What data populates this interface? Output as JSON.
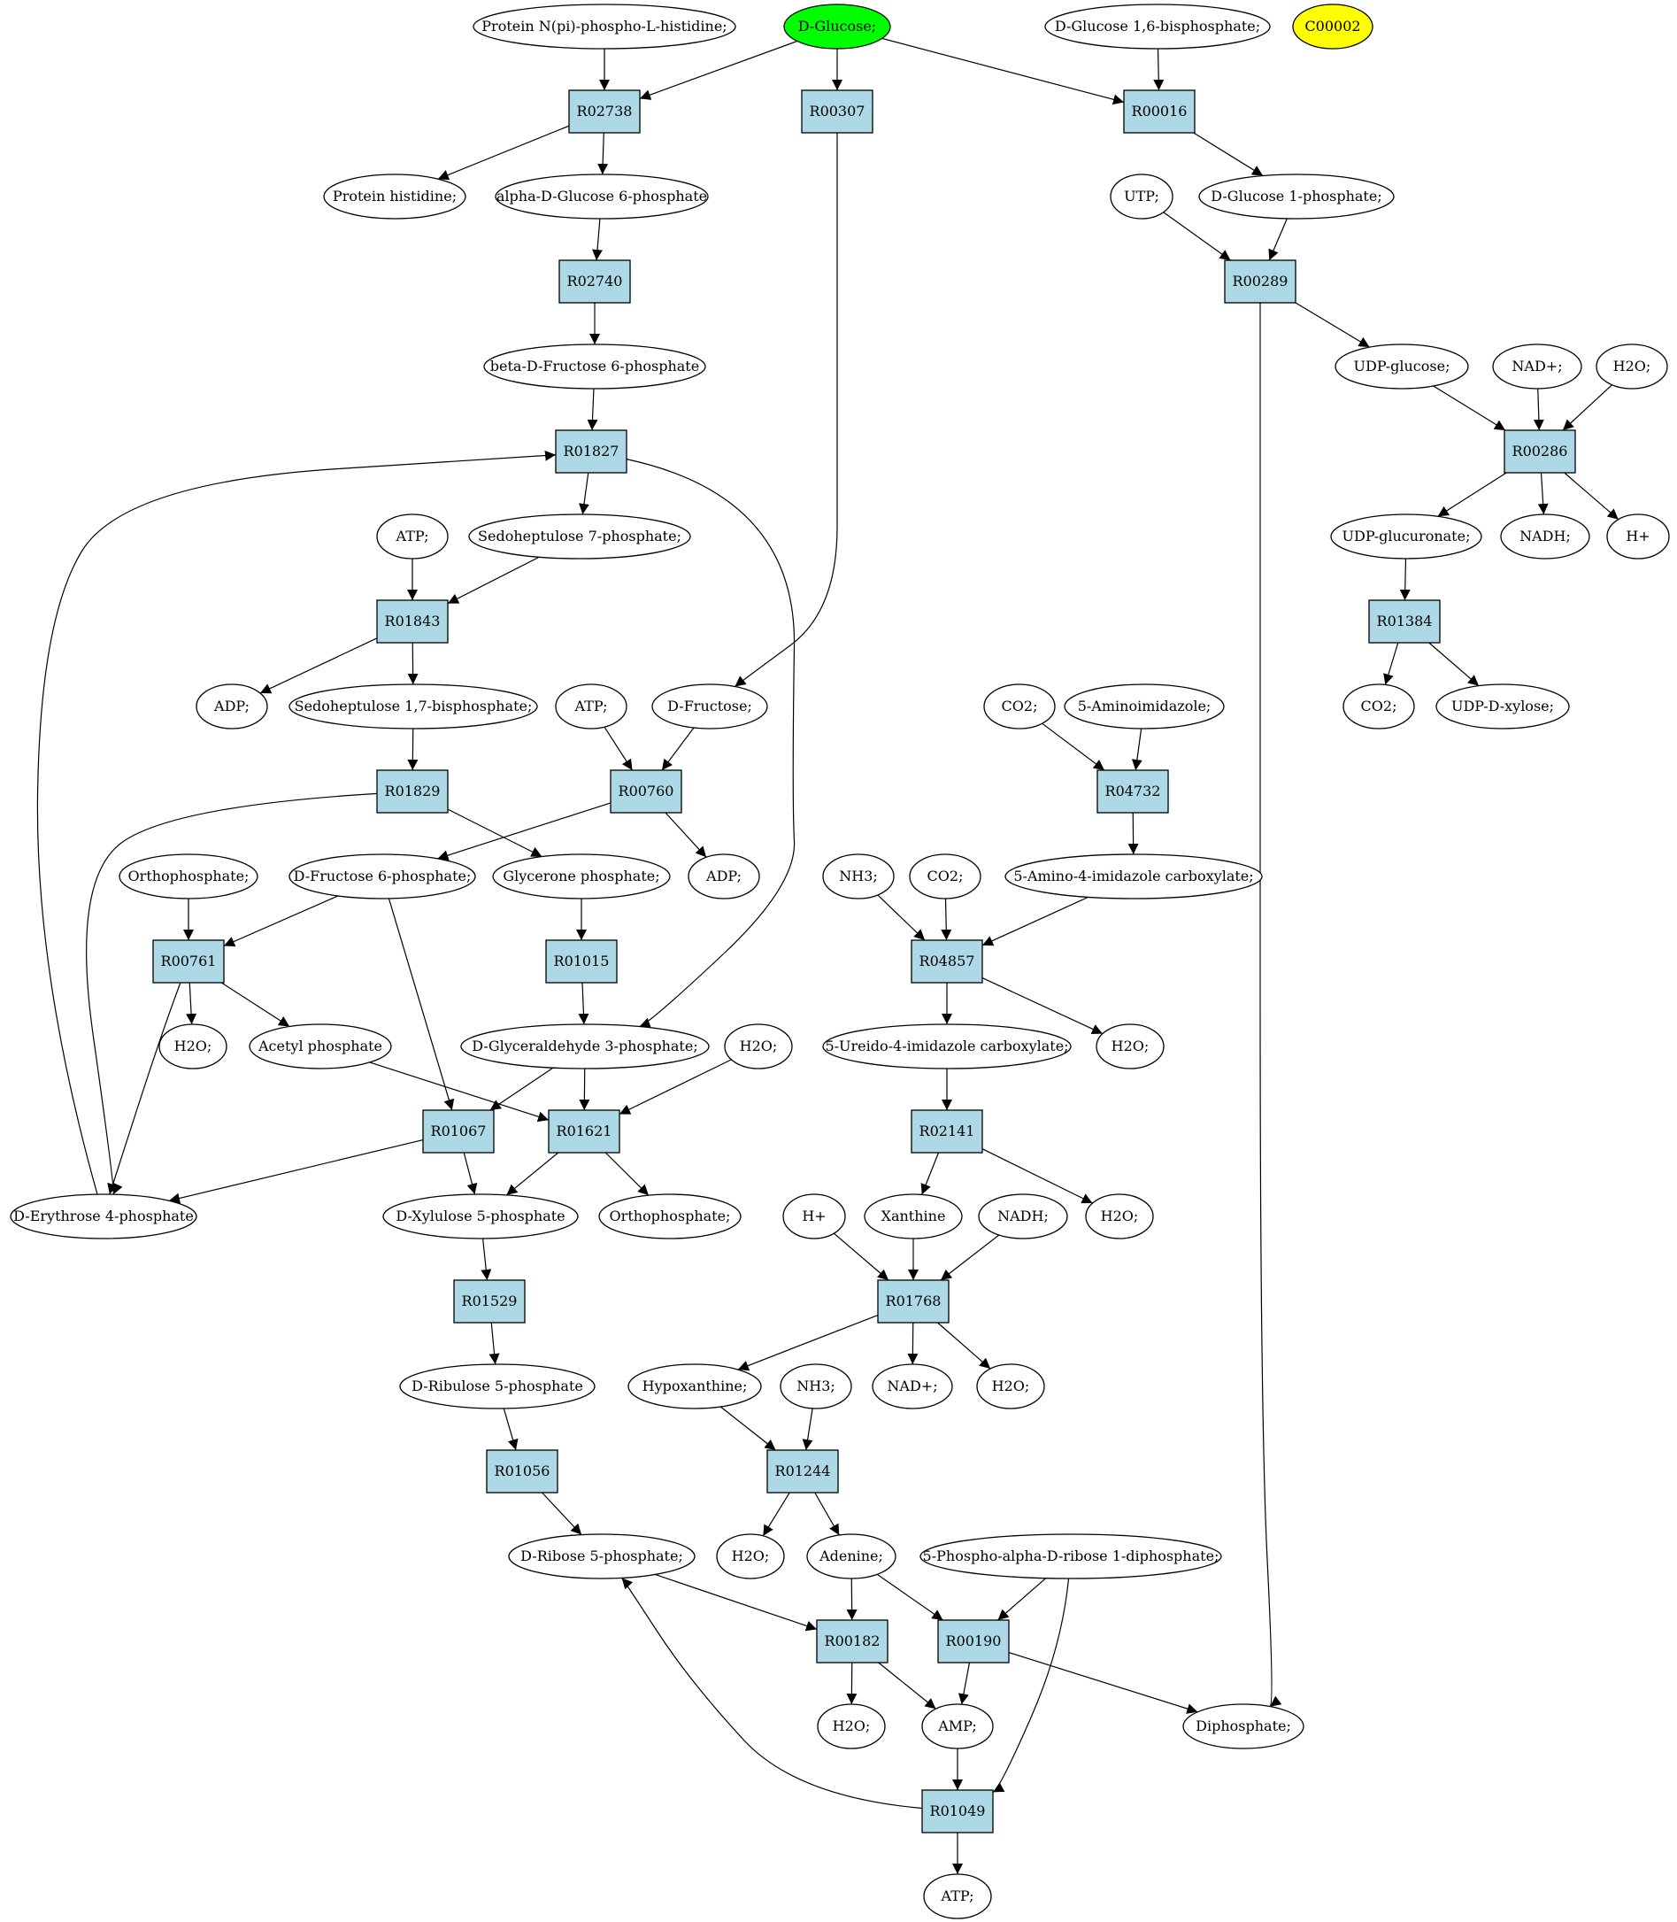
{
  "colors": {
    "reaction_fill": "#add8e6",
    "compound_fill": "#ffffff",
    "start_compound_fill": "#00ff00",
    "target_compound_fill": "#ffff00",
    "stroke": "#000000"
  },
  "compounds": [
    {
      "id": "c_protein_phospho_his",
      "label": "Protein N(pi)-phospho-L-histidine;"
    },
    {
      "id": "c_dglucose",
      "label": "D-Glucose;",
      "role": "start"
    },
    {
      "id": "c_glc16bp",
      "label": "D-Glucose 1,6-bisphosphate;"
    },
    {
      "id": "c_c00002",
      "label": "C00002",
      "role": "target"
    },
    {
      "id": "c_protein_his",
      "label": "Protein histidine;"
    },
    {
      "id": "c_aglc6p",
      "label": "alpha-D-Glucose 6-phosphate"
    },
    {
      "id": "c_utp",
      "label": "UTP;"
    },
    {
      "id": "c_glc1p",
      "label": "D-Glucose 1-phosphate;"
    },
    {
      "id": "c_bfru6p",
      "label": "beta-D-Fructose 6-phosphate"
    },
    {
      "id": "c_udpglc",
      "label": "UDP-glucose;"
    },
    {
      "id": "c_nad_1",
      "label": "NAD+;"
    },
    {
      "id": "c_h2o_1",
      "label": "H2O;"
    },
    {
      "id": "c_atp_1",
      "label": "ATP;"
    },
    {
      "id": "c_s7p",
      "label": "Sedoheptulose 7-phosphate;"
    },
    {
      "id": "c_udpglcua",
      "label": "UDP-glucuronate;"
    },
    {
      "id": "c_nadh_1",
      "label": "NADH;"
    },
    {
      "id": "c_hplus_1",
      "label": "H+"
    },
    {
      "id": "c_adp_1",
      "label": "ADP;"
    },
    {
      "id": "c_s17bp",
      "label": "Sedoheptulose 1,7-bisphosphate;"
    },
    {
      "id": "c_atp_2",
      "label": "ATP;"
    },
    {
      "id": "c_dfru",
      "label": "D-Fructose;"
    },
    {
      "id": "c_co2_1",
      "label": "CO2;"
    },
    {
      "id": "c_aminoimidazole",
      "label": "5-Aminoimidazole;"
    },
    {
      "id": "c_co2_2",
      "label": "CO2;"
    },
    {
      "id": "c_udpxyl",
      "label": "UDP-D-xylose;"
    },
    {
      "id": "c_ortho_1",
      "label": "Orthophosphate;"
    },
    {
      "id": "c_dfru6p",
      "label": "D-Fructose 6-phosphate;"
    },
    {
      "id": "c_dhap",
      "label": "Glycerone phosphate;"
    },
    {
      "id": "c_adp_2",
      "label": "ADP;"
    },
    {
      "id": "c_nh3_1",
      "label": "NH3;"
    },
    {
      "id": "c_co2_3",
      "label": "CO2;"
    },
    {
      "id": "c_aica",
      "label": "5-Amino-4-imidazole carboxylate;"
    },
    {
      "id": "c_h2o_2",
      "label": "H2O;"
    },
    {
      "id": "c_acetylp",
      "label": "Acetyl phosphate"
    },
    {
      "id": "c_gap",
      "label": "D-Glyceraldehyde 3-phosphate;"
    },
    {
      "id": "c_h2o_3",
      "label": "H2O;"
    },
    {
      "id": "c_uica",
      "label": "5-Ureido-4-imidazole carboxylate;"
    },
    {
      "id": "c_h2o_4",
      "label": "H2O;"
    },
    {
      "id": "c_e4p",
      "label": "D-Erythrose 4-phosphate"
    },
    {
      "id": "c_xu5p",
      "label": "D-Xylulose 5-phosphate"
    },
    {
      "id": "c_ortho_2",
      "label": "Orthophosphate;"
    },
    {
      "id": "c_hplus_2",
      "label": "H+"
    },
    {
      "id": "c_xanthine",
      "label": "Xanthine"
    },
    {
      "id": "c_nadh_2",
      "label": "NADH;"
    },
    {
      "id": "c_h2o_5",
      "label": "H2O;"
    },
    {
      "id": "c_ru5p",
      "label": "D-Ribulose 5-phosphate"
    },
    {
      "id": "c_hypoxanthine",
      "label": "Hypoxanthine;"
    },
    {
      "id": "c_nh3_2",
      "label": "NH3;"
    },
    {
      "id": "c_nad_2",
      "label": "NAD+;"
    },
    {
      "id": "c_h2o_6",
      "label": "H2O;"
    },
    {
      "id": "c_r5p",
      "label": "D-Ribose 5-phosphate;"
    },
    {
      "id": "c_h2o_7",
      "label": "H2O;"
    },
    {
      "id": "c_adenine",
      "label": "Adenine;"
    },
    {
      "id": "c_prpp",
      "label": "5-Phospho-alpha-D-ribose 1-diphosphate;"
    },
    {
      "id": "c_h2o_8",
      "label": "H2O;"
    },
    {
      "id": "c_amp",
      "label": "AMP;"
    },
    {
      "id": "c_diphosphate",
      "label": "Diphosphate;"
    },
    {
      "id": "c_atp_3",
      "label": "ATP;"
    }
  ],
  "reactions": [
    {
      "id": "R02738",
      "label": "R02738"
    },
    {
      "id": "R00307",
      "label": "R00307"
    },
    {
      "id": "R00016",
      "label": "R00016"
    },
    {
      "id": "R02740",
      "label": "R02740"
    },
    {
      "id": "R00289",
      "label": "R00289"
    },
    {
      "id": "R01827",
      "label": "R01827"
    },
    {
      "id": "R00286",
      "label": "R00286"
    },
    {
      "id": "R01843",
      "label": "R01843"
    },
    {
      "id": "R01384",
      "label": "R01384"
    },
    {
      "id": "R01829",
      "label": "R01829"
    },
    {
      "id": "R00760",
      "label": "R00760"
    },
    {
      "id": "R04732",
      "label": "R04732"
    },
    {
      "id": "R00761",
      "label": "R00761"
    },
    {
      "id": "R01015",
      "label": "R01015"
    },
    {
      "id": "R04857",
      "label": "R04857"
    },
    {
      "id": "R01067",
      "label": "R01067"
    },
    {
      "id": "R01621",
      "label": "R01621"
    },
    {
      "id": "R02141",
      "label": "R02141"
    },
    {
      "id": "R01529",
      "label": "R01529"
    },
    {
      "id": "R01768",
      "label": "R01768"
    },
    {
      "id": "R01056",
      "label": "R01056"
    },
    {
      "id": "R01244",
      "label": "R01244"
    },
    {
      "id": "R00182",
      "label": "R00182"
    },
    {
      "id": "R00190",
      "label": "R00190"
    },
    {
      "id": "R01049",
      "label": "R01049"
    }
  ],
  "edges": [
    [
      "c_protein_phospho_his",
      "R02738"
    ],
    [
      "c_dglucose",
      "R02738"
    ],
    [
      "c_dglucose",
      "R00307"
    ],
    [
      "c_dglucose",
      "R00016"
    ],
    [
      "c_glc16bp",
      "R00016"
    ],
    [
      "R02738",
      "c_protein_his"
    ],
    [
      "R02738",
      "c_aglc6p"
    ],
    [
      "R00016",
      "c_glc1p"
    ],
    [
      "c_aglc6p",
      "R02740"
    ],
    [
      "c_utp",
      "R00289"
    ],
    [
      "c_glc1p",
      "R00289"
    ],
    [
      "R02740",
      "c_bfru6p"
    ],
    [
      "R00289",
      "c_udpglc"
    ],
    [
      "R00289",
      "c_diphosphate"
    ],
    [
      "c_bfru6p",
      "R01827"
    ],
    [
      "c_udpglc",
      "R00286"
    ],
    [
      "c_nad_1",
      "R00286"
    ],
    [
      "c_h2o_1",
      "R00286"
    ],
    [
      "R01827",
      "c_s7p"
    ],
    [
      "R01827",
      "c_gap"
    ],
    [
      "R00286",
      "c_udpglcua"
    ],
    [
      "R00286",
      "c_nadh_1"
    ],
    [
      "R00286",
      "c_hplus_1"
    ],
    [
      "c_atp_1",
      "R01843"
    ],
    [
      "c_s7p",
      "R01843"
    ],
    [
      "c_udpglcua",
      "R01384"
    ],
    [
      "R01843",
      "c_adp_1"
    ],
    [
      "R01843",
      "c_s17bp"
    ],
    [
      "R00307",
      "c_dfru"
    ],
    [
      "R01384",
      "c_co2_2"
    ],
    [
      "R01384",
      "c_udpxyl"
    ],
    [
      "c_s17bp",
      "R01829"
    ],
    [
      "c_atp_2",
      "R00760"
    ],
    [
      "c_dfru",
      "R00760"
    ],
    [
      "c_co2_1",
      "R04732"
    ],
    [
      "c_aminoimidazole",
      "R04732"
    ],
    [
      "R01829",
      "c_dhap"
    ],
    [
      "R01829",
      "c_e4p"
    ],
    [
      "R00760",
      "c_dfru6p"
    ],
    [
      "R00760",
      "c_adp_2"
    ],
    [
      "R04732",
      "c_aica"
    ],
    [
      "c_ortho_1",
      "R00761"
    ],
    [
      "c_dfru6p",
      "R00761"
    ],
    [
      "c_dfru6p",
      "R01067"
    ],
    [
      "c_dhap",
      "R01015"
    ],
    [
      "c_nh3_1",
      "R04857"
    ],
    [
      "c_co2_3",
      "R04857"
    ],
    [
      "c_aica",
      "R04857"
    ],
    [
      "R00761",
      "c_h2o_2"
    ],
    [
      "R00761",
      "c_acetylp"
    ],
    [
      "R00761",
      "c_e4p"
    ],
    [
      "R01015",
      "c_gap"
    ],
    [
      "R04857",
      "c_uica"
    ],
    [
      "R04857",
      "c_h2o_4"
    ],
    [
      "c_acetylp",
      "R01621"
    ],
    [
      "c_gap",
      "R01067"
    ],
    [
      "c_gap",
      "R01621"
    ],
    [
      "c_h2o_3",
      "R01621"
    ],
    [
      "c_uica",
      "R02141"
    ],
    [
      "R01067",
      "c_e4p"
    ],
    [
      "R01067",
      "c_xu5p"
    ],
    [
      "R01621",
      "c_xu5p"
    ],
    [
      "R01621",
      "c_ortho_2"
    ],
    [
      "R02141",
      "c_xanthine"
    ],
    [
      "R02141",
      "c_h2o_5"
    ],
    [
      "c_e4p",
      "R01827"
    ],
    [
      "c_xu5p",
      "R01529"
    ],
    [
      "c_hplus_2",
      "R01768"
    ],
    [
      "c_xanthine",
      "R01768"
    ],
    [
      "c_nadh_2",
      "R01768"
    ],
    [
      "R01529",
      "c_ru5p"
    ],
    [
      "R01768",
      "c_hypoxanthine"
    ],
    [
      "R01768",
      "c_nad_2"
    ],
    [
      "R01768",
      "c_h2o_6"
    ],
    [
      "c_ru5p",
      "R01056"
    ],
    [
      "c_hypoxanthine",
      "R01244"
    ],
    [
      "c_nh3_2",
      "R01244"
    ],
    [
      "R01056",
      "c_r5p"
    ],
    [
      "R01244",
      "c_h2o_7"
    ],
    [
      "R01244",
      "c_adenine"
    ],
    [
      "c_r5p",
      "R00182"
    ],
    [
      "c_adenine",
      "R00182"
    ],
    [
      "c_adenine",
      "R00190"
    ],
    [
      "c_prpp",
      "R00190"
    ],
    [
      "c_prpp",
      "R01049"
    ],
    [
      "R00182",
      "c_h2o_8"
    ],
    [
      "R00182",
      "c_amp"
    ],
    [
      "R00190",
      "c_amp"
    ],
    [
      "R00190",
      "c_diphosphate"
    ],
    [
      "c_amp",
      "R01049"
    ],
    [
      "R01049",
      "c_atp_3"
    ],
    [
      "R01049",
      "c_r5p"
    ]
  ]
}
